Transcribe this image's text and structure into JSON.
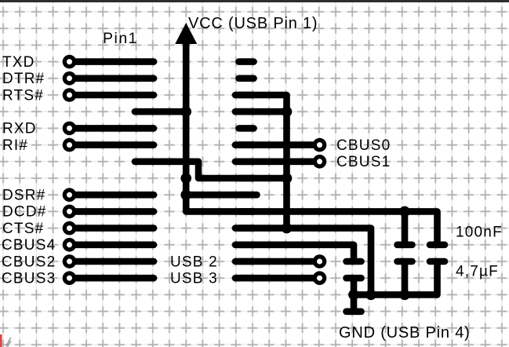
{
  "labels": {
    "pin1": "Pin1",
    "vcc": "VCC (USB Pin 1)",
    "gnd": "GND (USB Pin 4)",
    "txd": "TXD",
    "dtr": "DTR#",
    "rts": "RTS#",
    "rxd": "RXD",
    "ri": "RI#",
    "dsr": "DSR#",
    "dcd": "DCD#",
    "cts": "CTS#",
    "cbus4": "CBUS4",
    "cbus2": "CBUS2",
    "cbus3": "CBUS3",
    "cbus0": "CBUS0",
    "cbus1": "CBUS1",
    "usb2": "USB 2",
    "usb3": "USB 3",
    "cap_100nf": "100nF",
    "cap_4u7": "4,7µF"
  },
  "colors": {
    "ink": "#000000",
    "grid_line": "#e3e3e3",
    "grid_cross": "#b3b3b3",
    "top_border": "#2e2e2e",
    "cursor_mark": "#d94545"
  }
}
